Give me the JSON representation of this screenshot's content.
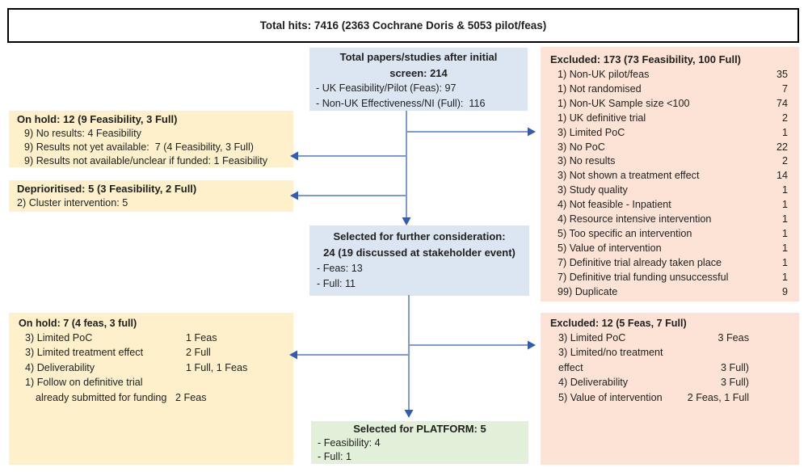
{
  "banner": {
    "text": "Total hits: 7416 (2363 Cochrane Doris & 5053 pilot/feas)"
  },
  "boxes": {
    "initial_screen": {
      "title": "Total papers/studies after initial\nscreen: 214",
      "items": [
        "- UK Feasibility/Pilot (Feas): 97",
        "- Non-UK Effectiveness/NI (Full):  116"
      ]
    },
    "excluded_173": {
      "title": "Excluded: 173 (73 Feasibility, 100 Full)",
      "rows": [
        {
          "label": "1) Non-UK pilot/feas",
          "value": "35"
        },
        {
          "label": "1) Not randomised",
          "value": "7"
        },
        {
          "label": "1) Non-UK Sample size <100",
          "value": "74"
        },
        {
          "label": "1) UK definitive trial",
          "value": "2"
        },
        {
          "label": "3) Limited PoC",
          "value": "1"
        },
        {
          "label": "3) No PoC",
          "value": "22"
        },
        {
          "label": "3) No results",
          "value": "2"
        },
        {
          "label": "3) Not shown a treatment effect",
          "value": "14"
        },
        {
          "label": "3) Study quality",
          "value": "1"
        },
        {
          "label": "4) Not feasible - Inpatient",
          "value": "1"
        },
        {
          "label": "4) Resource intensive intervention",
          "value": "1"
        },
        {
          "label": "5) Too specific an intervention",
          "value": "1"
        },
        {
          "label": "5) Value of intervention",
          "value": "1"
        },
        {
          "label": "7) Definitive trial already taken place",
          "value": "1"
        },
        {
          "label": "7) Definitive trial funding unsuccessful",
          "value": "1"
        },
        {
          "label": "99) Duplicate",
          "value": "9"
        }
      ]
    },
    "on_hold_12": {
      "title": "On hold: 12 (9 Feasibility, 3 Full)",
      "items": [
        "9) No results: 4 Feasibility",
        "9) Results not yet available:  7 (4 Feasibility, 3 Full)",
        "9) Results not available/unclear if funded: 1 Feasibility"
      ]
    },
    "deprioritised_5": {
      "title": "Deprioritised: 5 (3 Feasibility, 2 Full)",
      "items": [
        "2) Cluster intervention: 5"
      ]
    },
    "further_consideration": {
      "title": "Selected for further consideration:\n24 (19 discussed at stakeholder event)",
      "items": [
        "- Feas: 13",
        "- Full: 11"
      ]
    },
    "on_hold_7": {
      "title": "On hold: 7 (4 feas, 3 full)",
      "rows": [
        {
          "label": "3) Limited PoC",
          "value": "1 Feas"
        },
        {
          "label": "3) Limited treatment effect",
          "value": "2 Full"
        },
        {
          "label": "4) Deliverability",
          "value": "1 Full, 1 Feas"
        },
        {
          "label": "1) Follow on definitive trial",
          "value": ""
        },
        {
          "label": "already submitted for funding",
          "value": "2 Feas",
          "indent": true
        }
      ]
    },
    "excluded_12": {
      "title": "Excluded: 12 (5 Feas, 7 Full)",
      "rows": [
        {
          "label": "3) Limited PoC",
          "value": "3 Feas"
        },
        {
          "label": "3) Limited/no treatment",
          "value": ""
        },
        {
          "label": "effect",
          "value": "3 Full)"
        },
        {
          "label": "4) Deliverability",
          "value": "3 Full)"
        },
        {
          "label": "5) Value of intervention",
          "value": "2 Feas, 1 Full"
        }
      ]
    },
    "platform_5": {
      "title": "Selected for PLATFORM: 5",
      "items": [
        "- Feasibility: 4",
        "- Full: 1"
      ]
    }
  },
  "colors": {
    "box_blue": "#dce6f2",
    "box_pink": "#fce3d5",
    "box_yellow": "#fdf0cb",
    "box_green": "#e2efd9",
    "arrow_shaft": "#7b9bd2",
    "arrow_head": "#2e5cb8",
    "banner_border": "#000000"
  }
}
